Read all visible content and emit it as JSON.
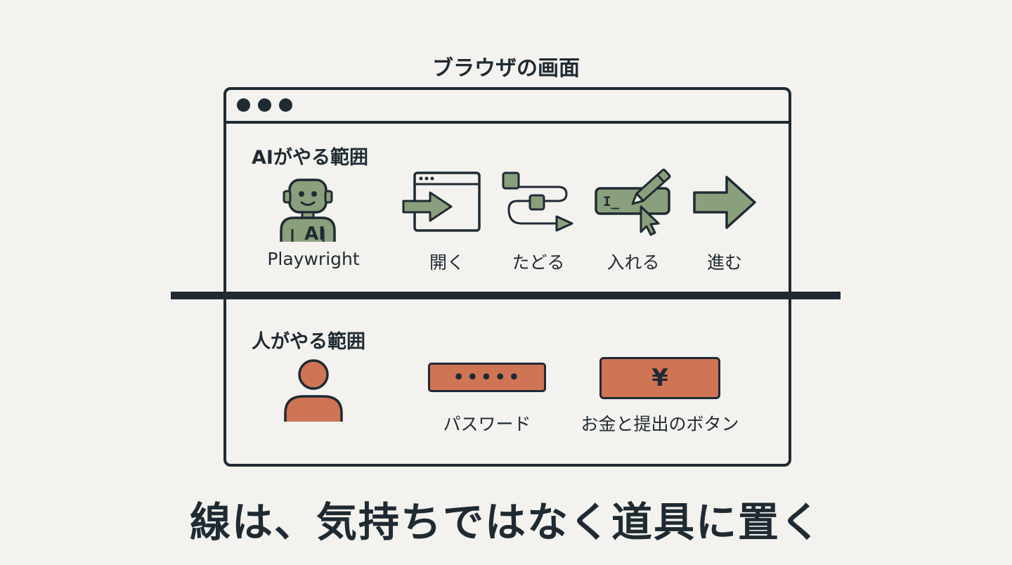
{
  "title": "ブラウザの画面",
  "ai_section": {
    "label": "AIがやる範囲",
    "actor_badge": "AI",
    "actor_label": "Playwright",
    "steps": [
      "開く",
      "たどる",
      "入れる",
      "進む"
    ],
    "input_cursor_text": "I_"
  },
  "human_section": {
    "label": "人がやる範囲",
    "password_mask": "•••••",
    "password_label": "パスワード",
    "pay_symbol": "¥",
    "pay_label": "お金と提出のボタン"
  },
  "caption": "線は、気持ちではなく道具に置く",
  "colors": {
    "ai_green": "#8aa07c",
    "human_orange": "#cf7455",
    "ink": "#1f2a33",
    "paper": "#f3f2ee"
  }
}
